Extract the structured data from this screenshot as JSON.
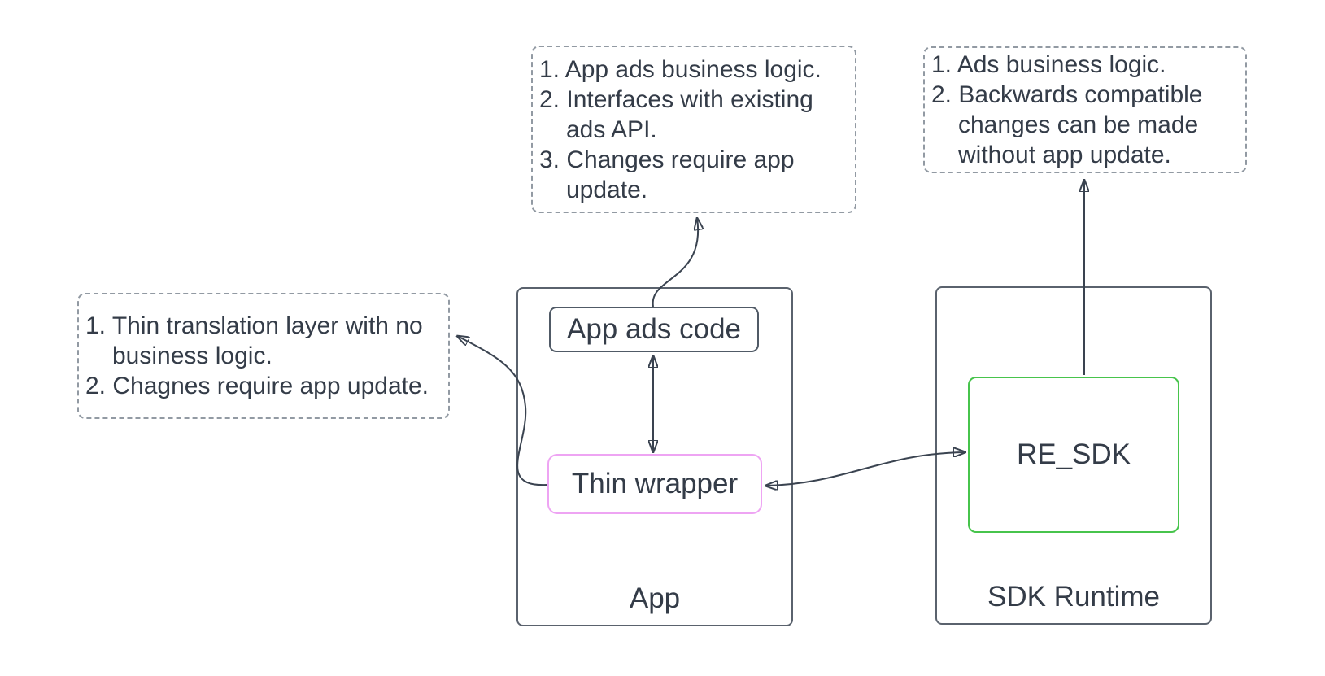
{
  "diagram": {
    "notes": {
      "app_ads_code_details": {
        "items": [
          "1. App ads business logic.",
          "2. Interfaces with existing ads API.",
          "3. Changes require app update."
        ]
      },
      "re_sdk_details": {
        "items": [
          "1. Ads business logic.",
          "2. Backwards compatible changes can be made without app update."
        ]
      },
      "thin_wrapper_details": {
        "items": [
          "1. Thin translation layer with no business logic.",
          "2. Chagnes require app update."
        ]
      }
    },
    "groups": {
      "app": {
        "label": "App"
      },
      "sdk_runtime": {
        "label": "SDK Runtime"
      }
    },
    "nodes": {
      "app_ads_code": {
        "label": "App ads code"
      },
      "thin_wrapper": {
        "label": "Thin wrapper"
      },
      "re_sdk": {
        "label": "RE_SDK"
      }
    },
    "edges": [
      {
        "from": "app_ads_code",
        "to": "thin_wrapper",
        "direction": "both"
      },
      {
        "from": "app_ads_code",
        "to": "app_ads_code_details",
        "direction": "to"
      },
      {
        "from": "thin_wrapper",
        "to": "thin_wrapper_details",
        "direction": "to"
      },
      {
        "from": "thin_wrapper",
        "to": "re_sdk",
        "direction": "both"
      },
      {
        "from": "re_sdk",
        "to": "re_sdk_details",
        "direction": "to"
      }
    ],
    "colors": {
      "background": "#ffffff",
      "text": "#343c48",
      "edge": "#3a4350",
      "node_border": "#505a66",
      "group_border": "#5a626d",
      "note_border": "#929aa3",
      "thin_wrapper_border": "#eea4f3",
      "re_sdk_border": "#47c44c"
    }
  }
}
